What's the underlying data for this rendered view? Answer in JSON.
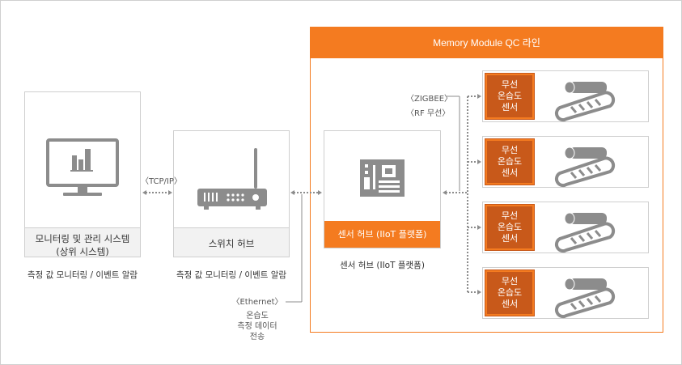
{
  "zone": {
    "title": "Memory Module QC 라인"
  },
  "monitor_system": {
    "label_line1": "모니터링 및 관리 시스템",
    "label_line2": "(상위 시스템)",
    "caption": "측정 값 모니터링 / 이벤트 알람"
  },
  "switch_hub": {
    "label": "스위치 허브",
    "caption": "측정 값 모니터링 / 이벤트 알람"
  },
  "sensor_hub": {
    "label": "센서 허브 (IIoT 플랫폼)",
    "caption": "센서 허브 (IIoT 플랫폼)"
  },
  "links": {
    "tcp_ip": "〈TCP/IP〉",
    "zigbee": "〈ZIGBEE〉",
    "rf": "〈RF 무선〉",
    "ethernet": "〈Ethernet〉",
    "ethernet_desc": [
      "온습도",
      "측정 데이터",
      "전송"
    ]
  },
  "sensors": [
    {
      "line1": "무선",
      "line2": "온습도",
      "line3": "센서"
    },
    {
      "line1": "무선",
      "line2": "온습도",
      "line3": "센서"
    },
    {
      "line1": "무선",
      "line2": "온습도",
      "line3": "센서"
    },
    {
      "line1": "무선",
      "line2": "온습도",
      "line3": "센서"
    }
  ],
  "colors": {
    "accent": "#f47b20",
    "accent_dark": "#c8591a",
    "icon_gray": "#8c8c8c",
    "border": "#cfcfcf"
  },
  "icons": [
    "monitor-chart-icon",
    "router-icon",
    "circuit-board-icon",
    "conveyor-belt-icon"
  ]
}
